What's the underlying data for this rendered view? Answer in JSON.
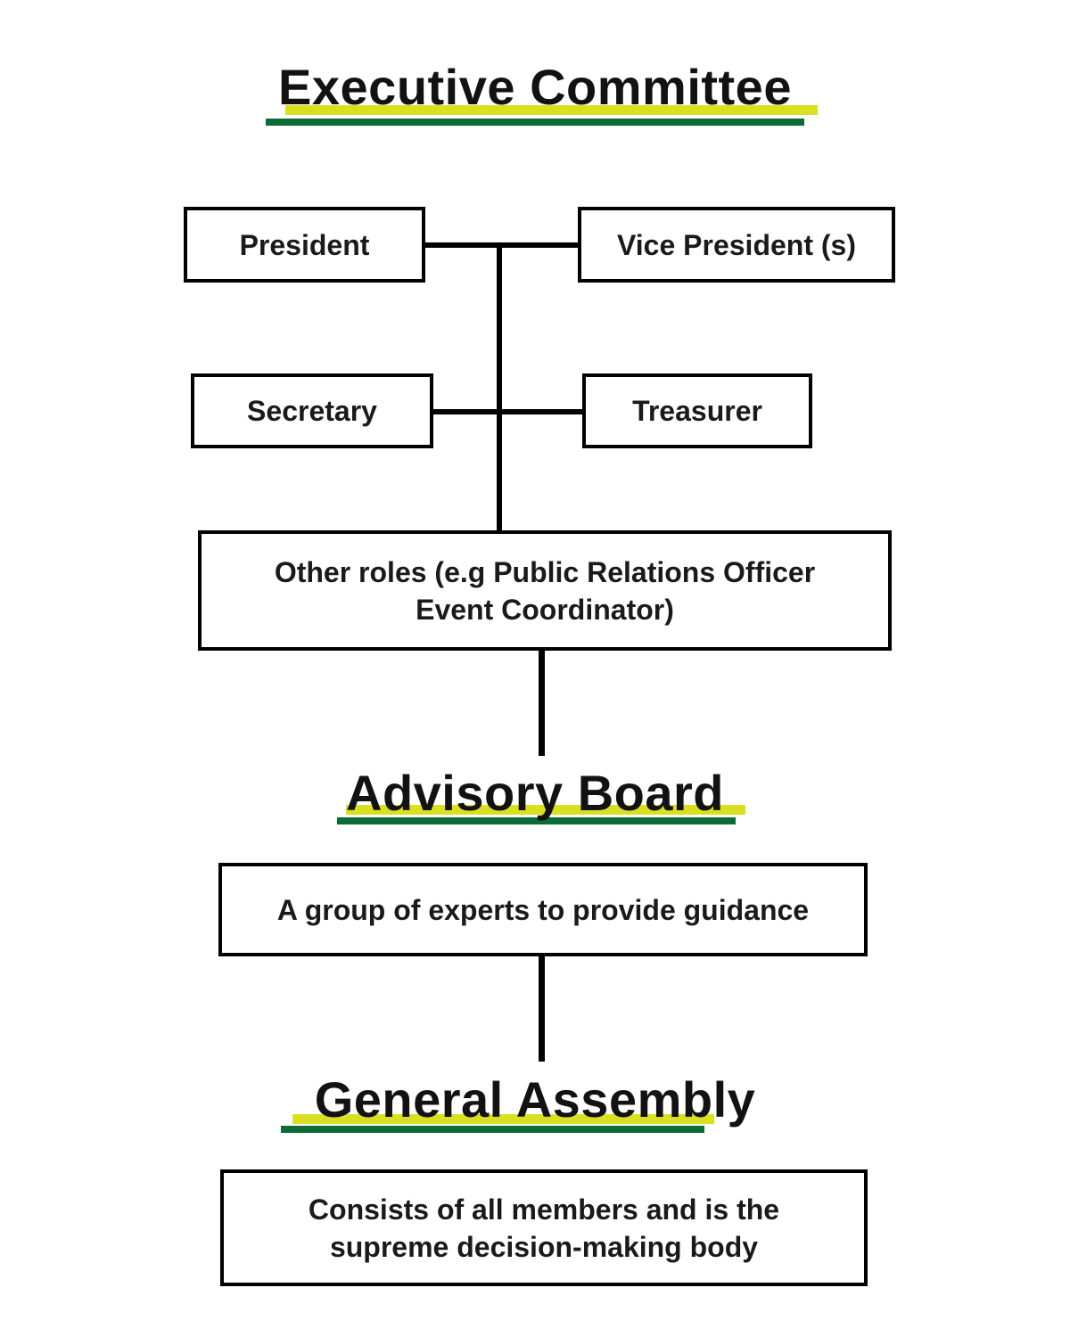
{
  "colors": {
    "highlight-yellow": "#d9e021",
    "underline-green": "#0d6b38",
    "line-black": "#000000"
  },
  "headings": {
    "executive": "Executive Committee",
    "advisory": "Advisory Board",
    "general": "General Assembly"
  },
  "boxes": {
    "president": "President",
    "vice_president": "Vice President (s)",
    "secretary": "Secretary",
    "treasurer": "Treasurer",
    "other_roles_line1": "Other roles (e.g Public Relations Officer",
    "other_roles_line2": "Event Coordinator)",
    "advisory_description": "A group of experts to provide guidance",
    "general_description_line1": "Consists of all members and is the",
    "general_description_line2": "supreme decision-making body"
  }
}
